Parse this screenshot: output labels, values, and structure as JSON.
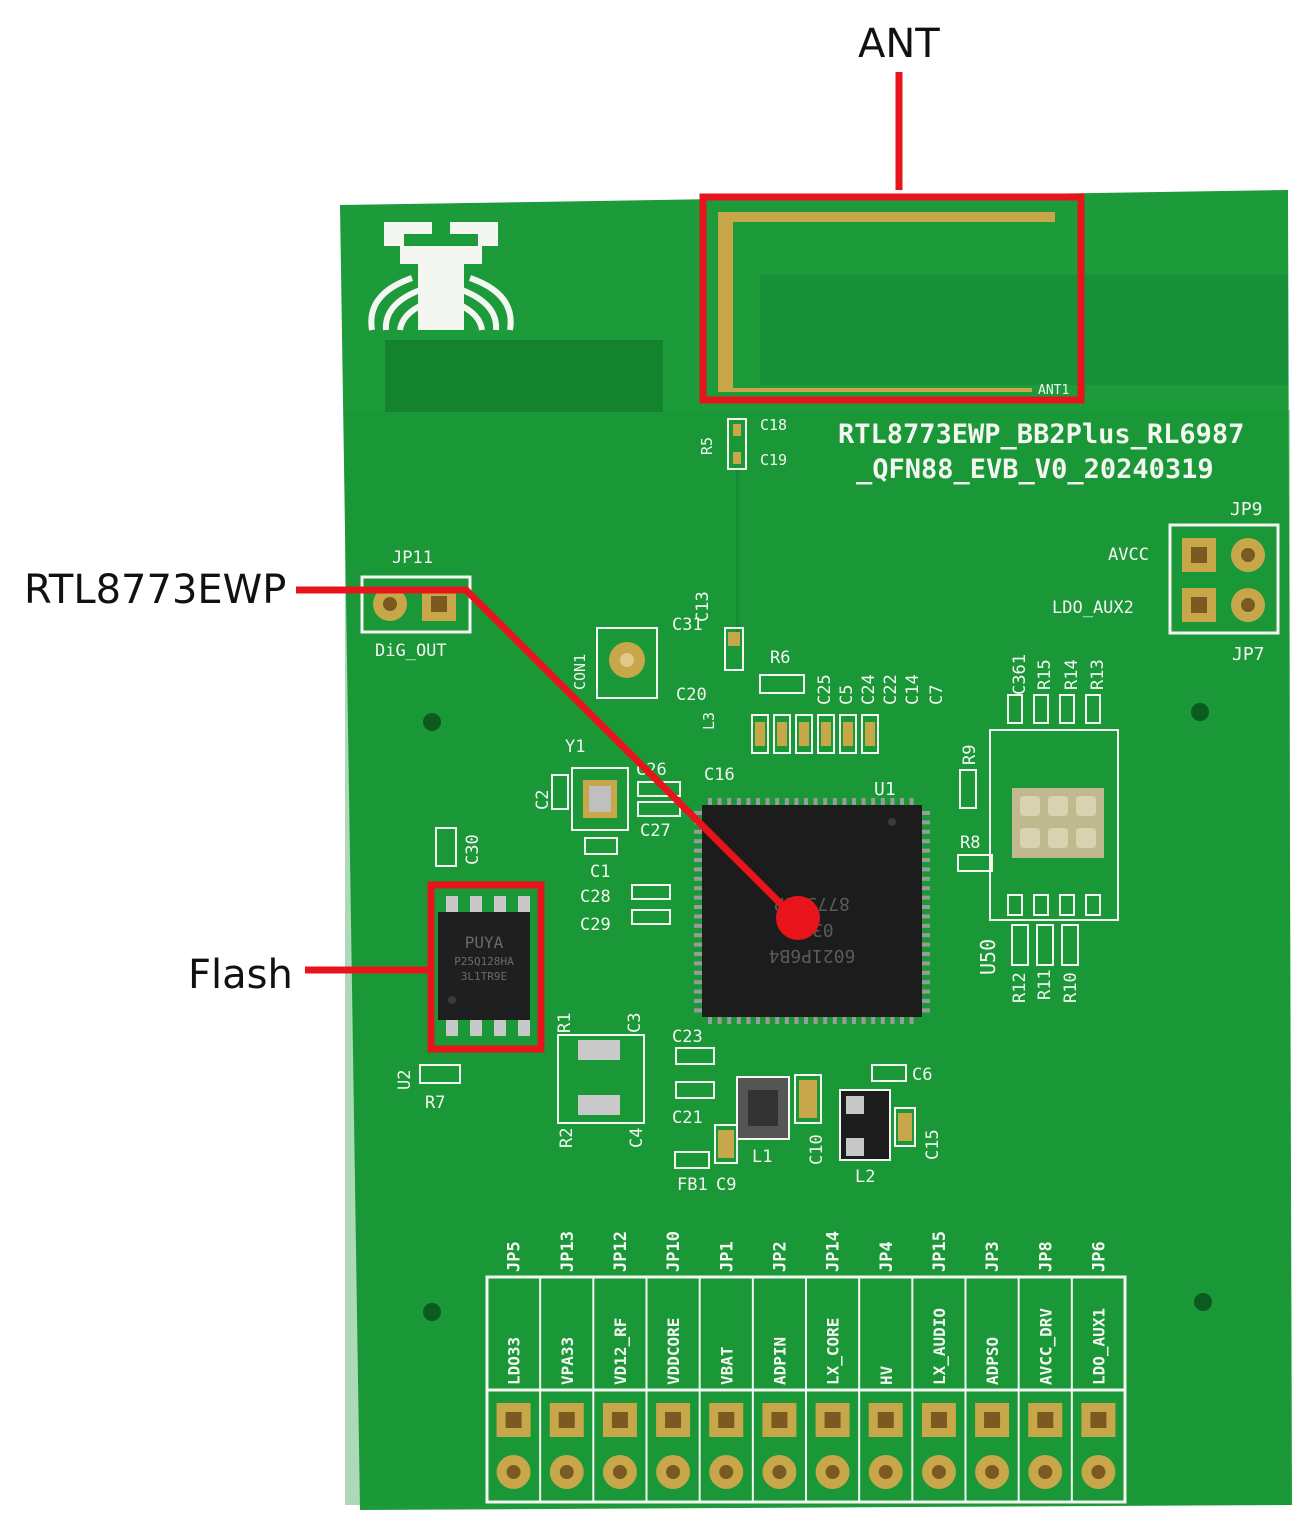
{
  "callouts": {
    "antenna": "ANT",
    "soc": "RTL8773EWP",
    "flash": "Flash"
  },
  "board": {
    "title_line1": "RTL8773EWP_BB2Plus_RL6987",
    "title_line2": "_QFN88_EVB_V0_20240319",
    "ant_mark": "ANT1",
    "chip_text": [
      "6021P6B4",
      "03C0",
      "8773EWP"
    ],
    "flash_text": [
      "PUYA",
      "P25Q128HA",
      "3L1TR9E"
    ],
    "jp9": {
      "name": "JP9",
      "pins": [
        "AVCC",
        "LDO_AUX2"
      ]
    },
    "jp7": "JP7",
    "jp11": {
      "name": "JP11",
      "label": "DiG_OUT"
    },
    "refs": {
      "r5": "R5",
      "c18": "C18",
      "c19": "C19",
      "c13": "C13",
      "c31": "C31",
      "con1": "CON1",
      "r6": "R6",
      "c20": "C20",
      "l3": "L3",
      "c16": "C16",
      "c25": "C25",
      "c5": "C5",
      "c24": "C24",
      "c22": "C22",
      "c14": "C14",
      "c7": "C7",
      "c361": "C361",
      "r15": "R15",
      "r14": "R14",
      "r13": "R13",
      "r9": "R9",
      "r8": "R8",
      "u1": "U1",
      "y1": "Y1",
      "c2": "C2",
      "c26": "C26",
      "c27": "C27",
      "c1": "C1",
      "c28": "C28",
      "c29": "C29",
      "c30": "C30",
      "u2": "U2",
      "r7": "R7",
      "r1": "R1",
      "c3": "C3",
      "r2": "R2",
      "c4": "C4",
      "c23": "C23",
      "c21": "C21",
      "fb1": "FB1",
      "c9": "C9",
      "l1": "L1",
      "c10": "C10",
      "c6": "C6",
      "l2": "L2",
      "c15": "C15",
      "u50": "U50",
      "r12": "R12",
      "r11": "R11",
      "r10": "R10"
    },
    "headers": [
      {
        "jp": "JP5",
        "label": "LDO33"
      },
      {
        "jp": "JP13",
        "label": "VPA33"
      },
      {
        "jp": "JP12",
        "label": "VD12_RF"
      },
      {
        "jp": "JP10",
        "label": "VDDCORE"
      },
      {
        "jp": "JP1",
        "label": "VBAT"
      },
      {
        "jp": "JP2",
        "label": "ADPIN"
      },
      {
        "jp": "JP14",
        "label": "LX_CORE"
      },
      {
        "jp": "JP4",
        "label": "HV"
      },
      {
        "jp": "JP15",
        "label": "LX_AUDIO"
      },
      {
        "jp": "JP3",
        "label": "ADPSO"
      },
      {
        "jp": "JP8",
        "label": "AVCC_DRV"
      },
      {
        "jp": "JP6",
        "label": "LDO_AUX1"
      }
    ]
  },
  "colors": {
    "pcb": "#1d9a3a",
    "pcb_dark": "#14832d",
    "silkscreen": "#f4f6f2",
    "gold": "#c8a64a",
    "callout": "#e8141c",
    "chip": "#1c1c1c"
  }
}
